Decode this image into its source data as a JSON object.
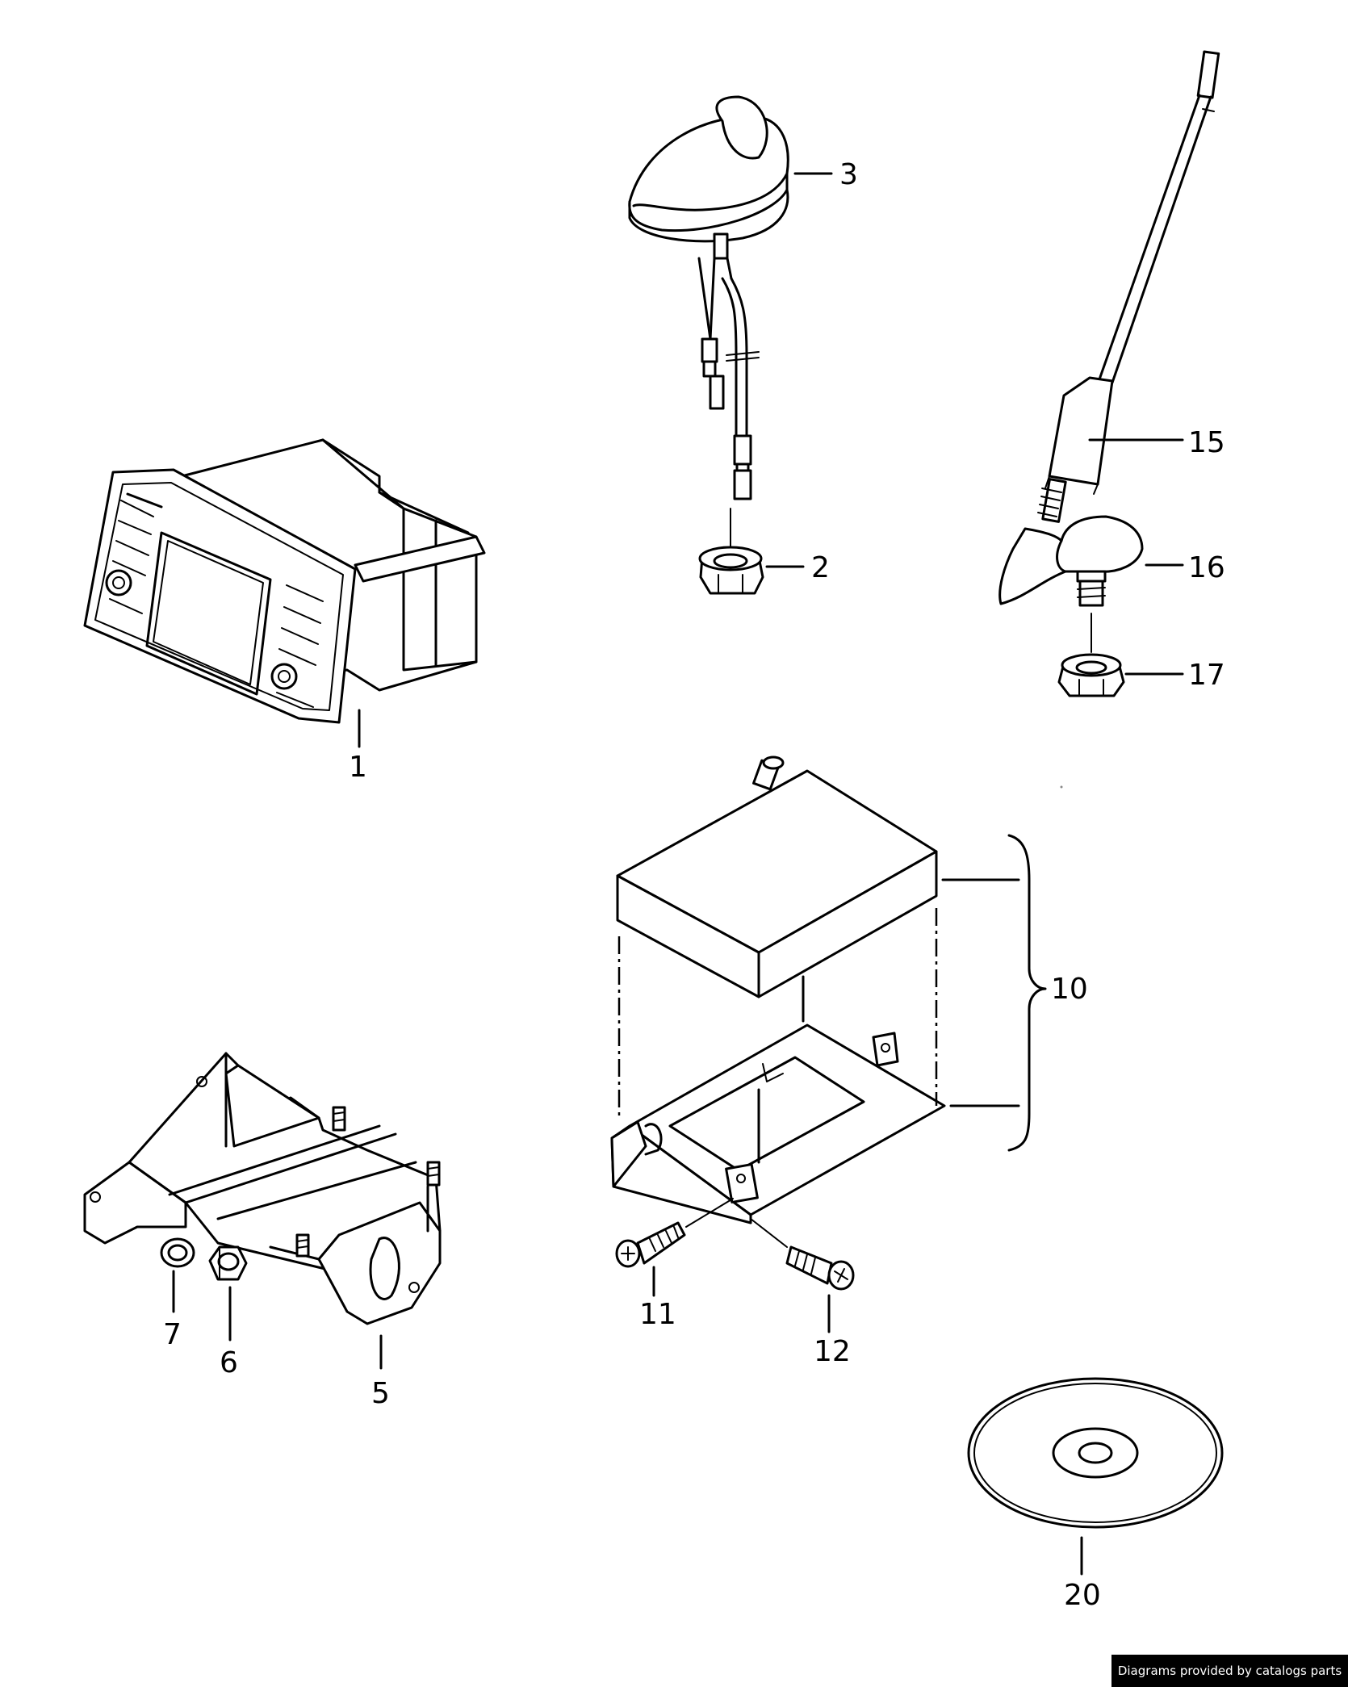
{
  "callouts": {
    "p1": "1",
    "p2": "2",
    "p3": "3",
    "p5": "5",
    "p6": "6",
    "p7": "7",
    "p10": "10",
    "p11": "11",
    "p12": "12",
    "p15": "15",
    "p16": "16",
    "p17": "17",
    "p20": "20"
  },
  "footer": {
    "credit": "Diagrams provided by catalogs parts"
  }
}
